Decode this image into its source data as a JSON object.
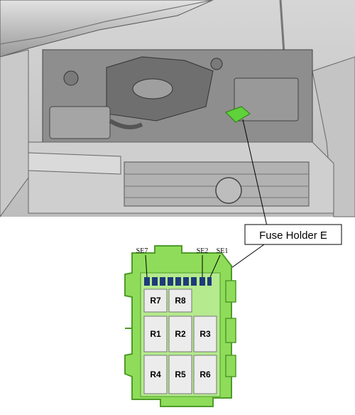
{
  "callout": {
    "label": "Fuse Holder E"
  },
  "fuse_labels": {
    "se7": "SE7",
    "se2": "SE2",
    "se1": "SE1"
  },
  "relays": {
    "r7": "R7",
    "r8": "R8",
    "r1": "R1",
    "r2": "R2",
    "r3": "R3",
    "r4": "R4",
    "r5": "R5",
    "r6": "R6"
  },
  "colors": {
    "holder_green": "#8fdc5a",
    "holder_dark": "#4e9b2a",
    "highlight_green": "#5fd13a",
    "fuse_blue": "#1f3b7a",
    "relay_fill": "#ececec"
  }
}
